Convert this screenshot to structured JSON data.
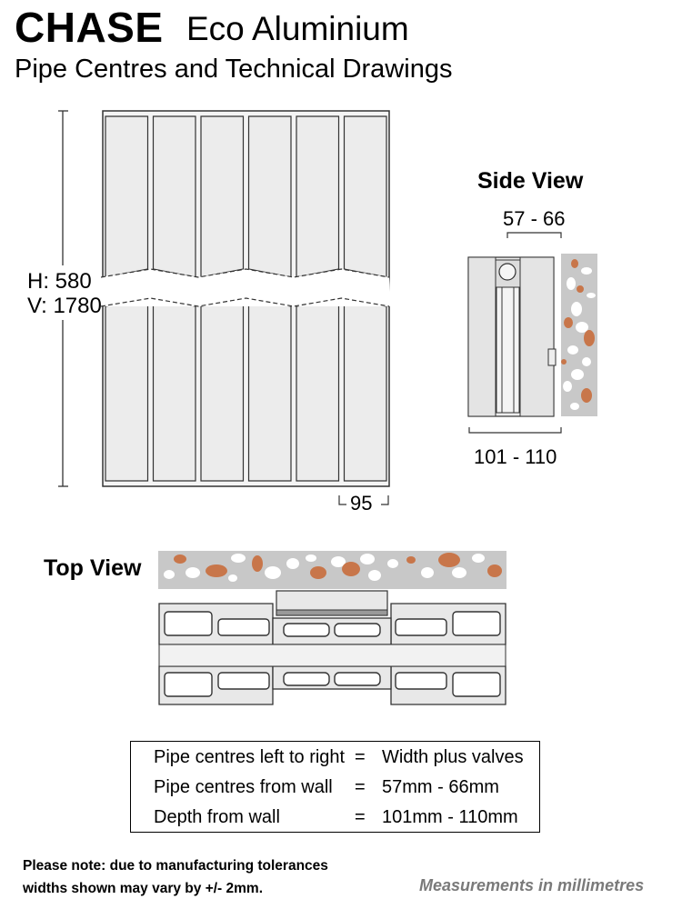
{
  "header": {
    "brand": "CHASE",
    "product": "Eco Aluminium",
    "subtitle": "Pipe Centres and Technical Drawings"
  },
  "front_view": {
    "height_label_h": "H: 580",
    "height_label_v": "V: 1780",
    "section_width": "95",
    "section_count": 6
  },
  "side_view": {
    "title": "Side View",
    "pipe_centres": "57 - 66",
    "depth": "101 - 110"
  },
  "top_view": {
    "title": "Top View"
  },
  "legend": {
    "rows": [
      {
        "left": "Pipe centres left to right",
        "eq": "=",
        "right": "Width plus valves"
      },
      {
        "left": "Pipe centres from wall",
        "eq": "=",
        "right": "57mm - 66mm"
      },
      {
        "left": "Depth from wall",
        "eq": "=",
        "right": "101mm - 110mm"
      }
    ]
  },
  "footer": {
    "note_label": "Please note:",
    "note_line1": " due to manufacturing tolerances",
    "note_line2": "widths shown may vary by +/- 2mm.",
    "measurements": "Measurements in millimetres"
  },
  "colors": {
    "panel_fill": "#ececec",
    "outline": "#333333",
    "wall_gray": "#c8c8c8",
    "aggregate_orange": "#c8764a"
  }
}
